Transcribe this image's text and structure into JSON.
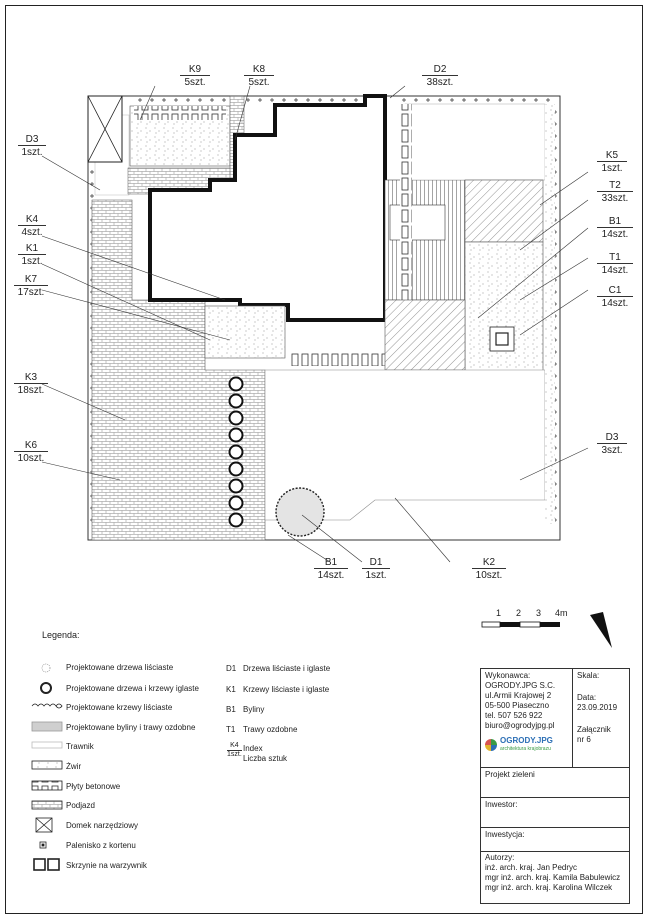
{
  "labels": {
    "k9": {
      "code": "K9",
      "qty": "5szt."
    },
    "k8": {
      "code": "K8",
      "qty": "5szt."
    },
    "d2": {
      "code": "D2",
      "qty": "38szt."
    },
    "d3_top": {
      "code": "D3",
      "qty": "1szt."
    },
    "k5": {
      "code": "K5",
      "qty": "1szt."
    },
    "t2": {
      "code": "T2",
      "qty": "33szt."
    },
    "k4": {
      "code": "K4",
      "qty": "4szt."
    },
    "b1_right": {
      "code": "B1",
      "qty": "14szt."
    },
    "k1": {
      "code": "K1",
      "qty": "1szt."
    },
    "t1": {
      "code": "T1",
      "qty": "14szt."
    },
    "k7": {
      "code": "K7",
      "qty": "17szt."
    },
    "c1": {
      "code": "C1",
      "qty": "14szt."
    },
    "k3": {
      "code": "K3",
      "qty": "18szt."
    },
    "d3_right": {
      "code": "D3",
      "qty": "3szt."
    },
    "k6": {
      "code": "K6",
      "qty": "10szt."
    },
    "b1_bottom": {
      "code": "B1",
      "qty": "14szt."
    },
    "d1": {
      "code": "D1",
      "qty": "1szt."
    },
    "k2": {
      "code": "K2",
      "qty": "10szt."
    }
  },
  "scale_bar": {
    "n1": "1",
    "n2": "2",
    "n3": "3",
    "n4": "4m"
  },
  "legend": {
    "title": "Legenda:",
    "items": [
      "Projektowane drzewa liściaste",
      "Projektowane drzewa i krzewy iglaste",
      "Projektowane krzewy liściaste",
      "Projektowane byliny i trawy ozdobne",
      "Trawnik",
      "Żwir",
      "Płyty betonowe",
      "Podjazd",
      "Domek narzędziowy",
      "Palenisko z kortenu",
      "Skrzynie na warzywnik"
    ],
    "codes": [
      {
        "code": "D1",
        "text": "Drzewa liściaste i iglaste"
      },
      {
        "code": "K1",
        "text": "Krzewy liściaste i iglaste"
      },
      {
        "code": "B1",
        "text": "Byliny"
      },
      {
        "code": "T1",
        "text": "Trawy ozdobne"
      }
    ],
    "index_example": {
      "code": "K4",
      "qty": "1szt.",
      "line1": "Index",
      "line2": "Liczba sztuk"
    }
  },
  "title_block": {
    "contractor_label": "Wykonawca:",
    "company": "OGRODY.JPG S.C.",
    "street": "ul.Armii Krajowej 2",
    "city": "05-500 Piaseczno",
    "phone": "tel. 507 526 922",
    "email": "biuro@ogrodyjpg.pl",
    "logo_text": "OGRODY.JPG",
    "logo_sub": "architektura krajobrazu",
    "scale_label": "Skala:",
    "date_label": "Data:",
    "date": "23.09.2019",
    "attachment_label": "Załącznik",
    "attachment_no": "nr 6",
    "project": "Projekt zieleni",
    "investor": "Inwestor:",
    "investment": "Inwestycja:",
    "authors_label": "Autorzy:",
    "author1": "inż. arch. kraj. Jan Pedryc",
    "author2": "mgr inż. arch. kraj. Kamila Babulewicz",
    "author3": "mgr inż. arch. kraj. Karolina Wilczek"
  },
  "watermark": "OGRODY.JPG architektura krajobrazu",
  "colors": {
    "line": "#222222",
    "wall": "#111111",
    "hatch": "#9a9a9a",
    "plants": "#cfcfcf",
    "logo_green": "#3a9a45",
    "logo_blue": "#2c6fb5"
  }
}
